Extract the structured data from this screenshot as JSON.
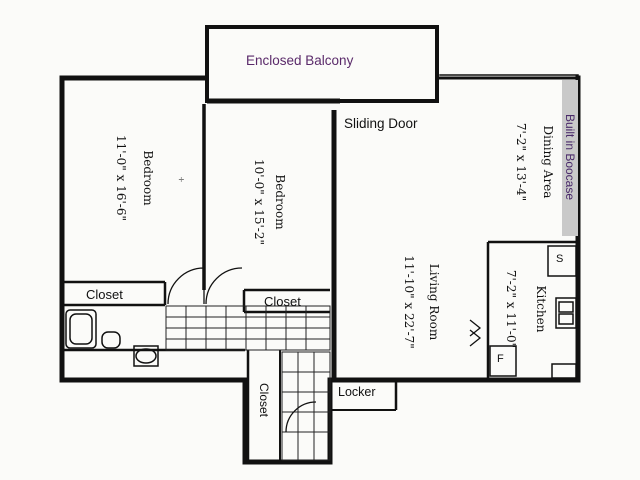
{
  "rooms": {
    "balcony": {
      "name": "Enclosed Balcony"
    },
    "bedroom_left": {
      "name": "Bedroom",
      "size": "11'-0\" x 16'-6\""
    },
    "bedroom_middle": {
      "name": "Bedroom",
      "size": "10'-0\" x 15'-2\""
    },
    "dining": {
      "name": "Dining Area",
      "size": "7'-2\" x 13'-4\""
    },
    "living": {
      "name": "Living Room",
      "size": "11'-10\" x 22'-7\""
    },
    "kitchen": {
      "name": "Kitchen",
      "size": "7'-2\" x 11'-0\""
    }
  },
  "labels": {
    "sliding_door": "Sliding Door",
    "builtin_bookcase": "Built in Boocase",
    "closet_left": "Closet",
    "closet_middle": "Closet",
    "closet_hall": "Closet",
    "locker": "Locker",
    "stove": "S",
    "fridge": "F"
  },
  "colors": {
    "wall": "#111111",
    "balcony_text": "#5a2a6a",
    "bookcase_fill": "#c9c9c9",
    "bookcase_text": "#4a2a6a"
  }
}
